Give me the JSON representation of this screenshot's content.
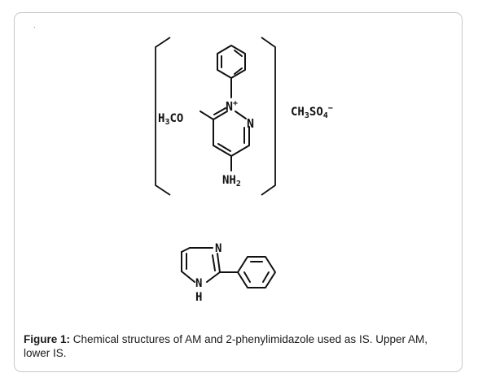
{
  "figure": {
    "corner_mark": ".",
    "caption_label": "Figure 1:",
    "caption_text": " Chemical structures of AM and 2-phenylimidazole used as IS. Upper AM, lower IS."
  },
  "structure_am": {
    "methoxy": "H3CO",
    "n_plus": "N+",
    "n": "N",
    "amino": "NH2",
    "counterion": "CH3SO4−"
  },
  "structure_is": {
    "n_top": "N",
    "n_bottom": "N",
    "h": "H"
  }
}
